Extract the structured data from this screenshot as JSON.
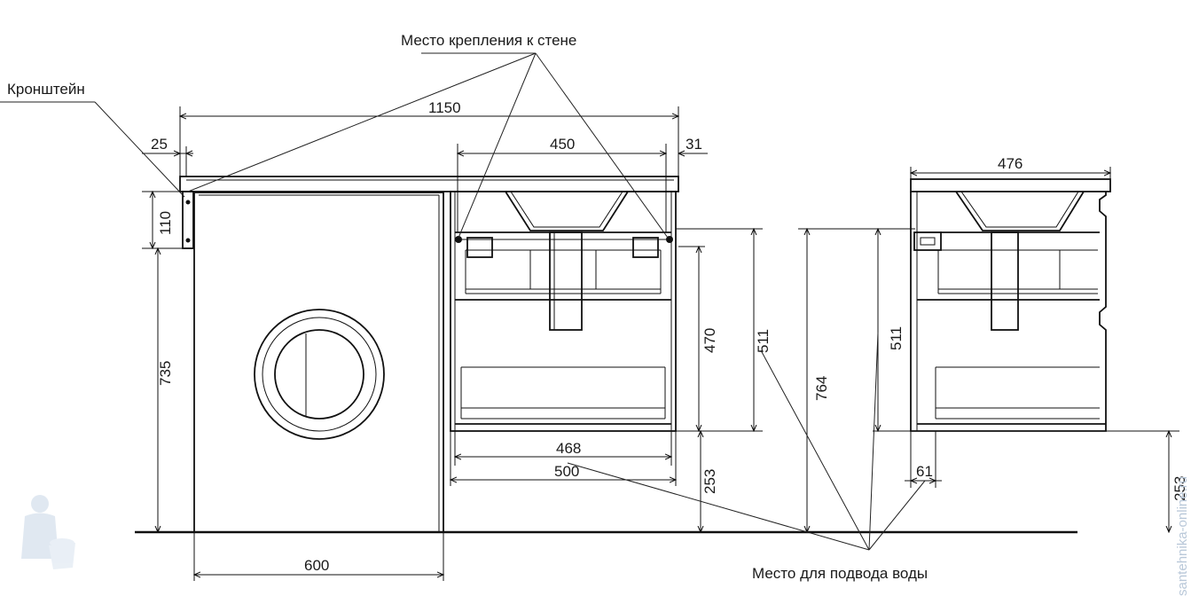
{
  "labels": {
    "mount_to_wall": "Место крепления к стене",
    "bracket": "Кронштейн",
    "water_supply": "Место для подвода воды"
  },
  "dimensions": {
    "d1150": "1150",
    "d25": "25",
    "d450": "450",
    "d31": "31",
    "d110": "110",
    "d735": "735",
    "d470": "470",
    "d511_front": "511",
    "d468": "468",
    "d500": "500",
    "d253_front": "253",
    "d600": "600",
    "d476": "476",
    "d764": "764",
    "d511_side": "511",
    "d61": "61",
    "d253_side": "253"
  },
  "watermark": "santehnika-online.ru"
}
